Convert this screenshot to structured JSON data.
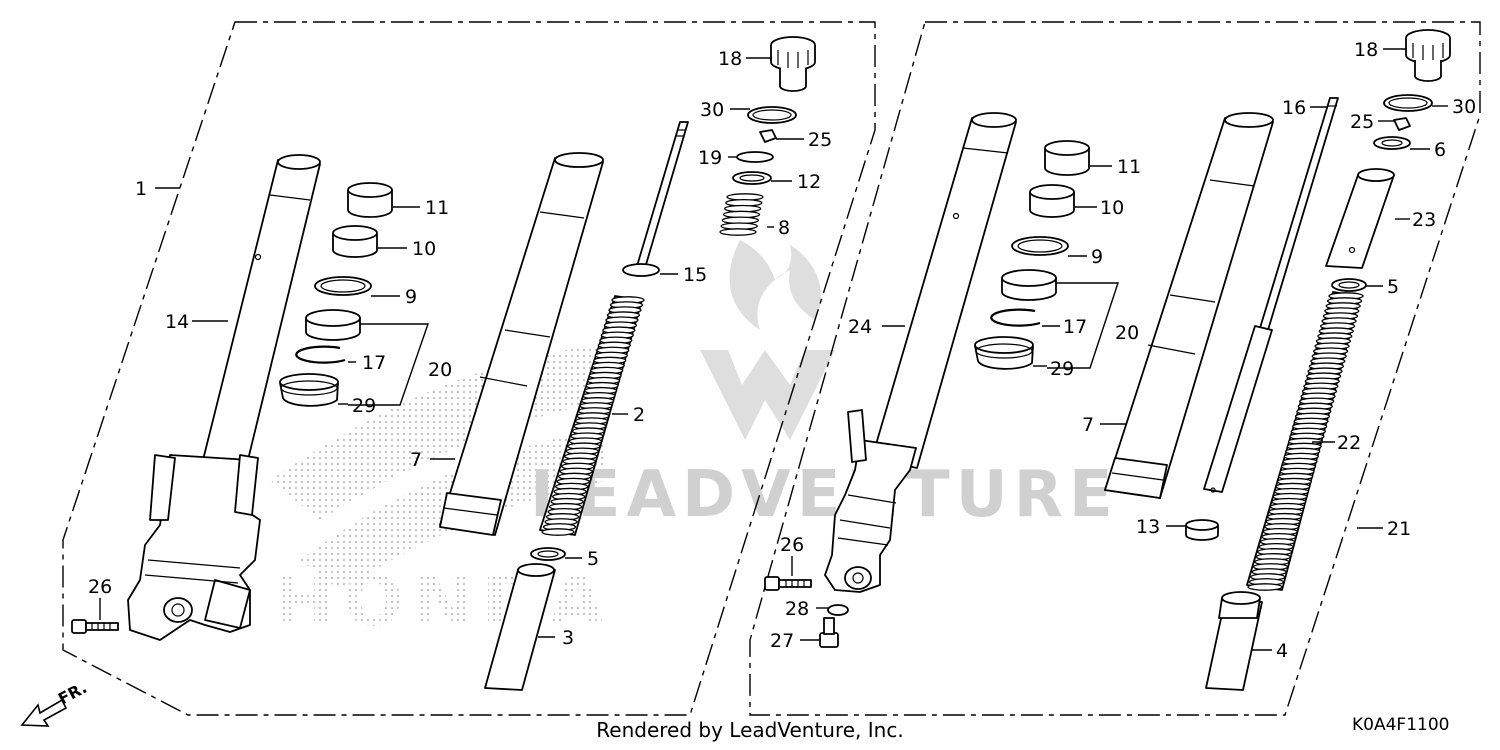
{
  "footer": "Rendered by LeadVenture, Inc.",
  "diagram_code": "K0A4F1100",
  "direction_label": "FR.",
  "watermark": {
    "logo_text": "HONDA",
    "brand_text": "LEADVENTURE"
  },
  "colors": {
    "line": "#000000",
    "watermark": "#d0d0d0",
    "background": "#ffffff"
  },
  "callouts_left": [
    "1",
    "14",
    "11",
    "10",
    "9",
    "20",
    "17",
    "29",
    "26",
    "18",
    "30",
    "25",
    "19",
    "12",
    "8",
    "15",
    "2",
    "7",
    "5",
    "3"
  ],
  "callouts_right": [
    "24",
    "11",
    "10",
    "9",
    "20",
    "17",
    "29",
    "26",
    "28",
    "27",
    "7",
    "13",
    "16",
    "18",
    "30",
    "25",
    "6",
    "23",
    "5",
    "22",
    "21",
    "4"
  ]
}
